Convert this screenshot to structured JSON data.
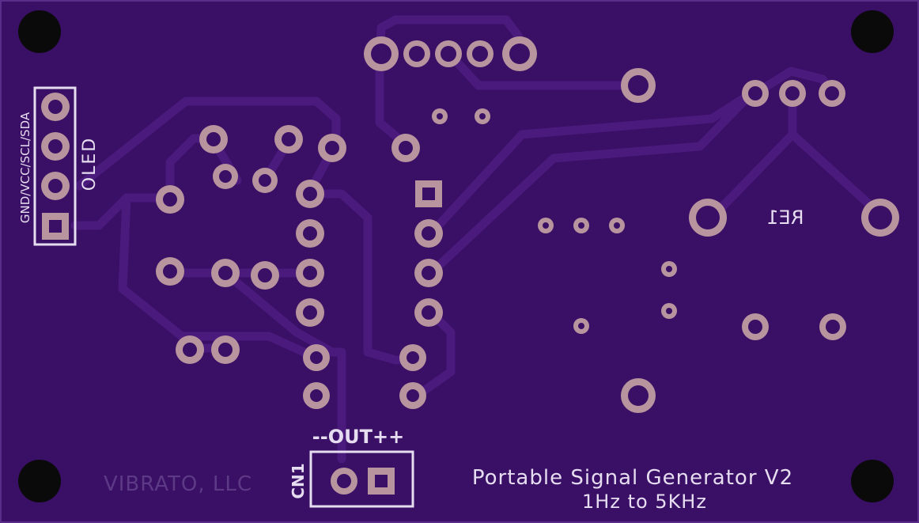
{
  "colors": {
    "board": "#3a0f66",
    "trace": "#4a1a7c",
    "pad": "#b8959e",
    "silkscreen": "#e6ddf0",
    "hole": "#0a0a0a",
    "watermark": "#5d3a86"
  },
  "labels": {
    "oled_pins": "GND/VCC/SCL/SDA",
    "oled": "OLED",
    "rotary_encoder": "RE1",
    "output_polarity": "--OUT++",
    "output_connector": "CN1",
    "company": "VIBRATO, LLC",
    "title_line1": "Portable Signal Generator V2",
    "title_line2": "1Hz to 5KHz"
  }
}
